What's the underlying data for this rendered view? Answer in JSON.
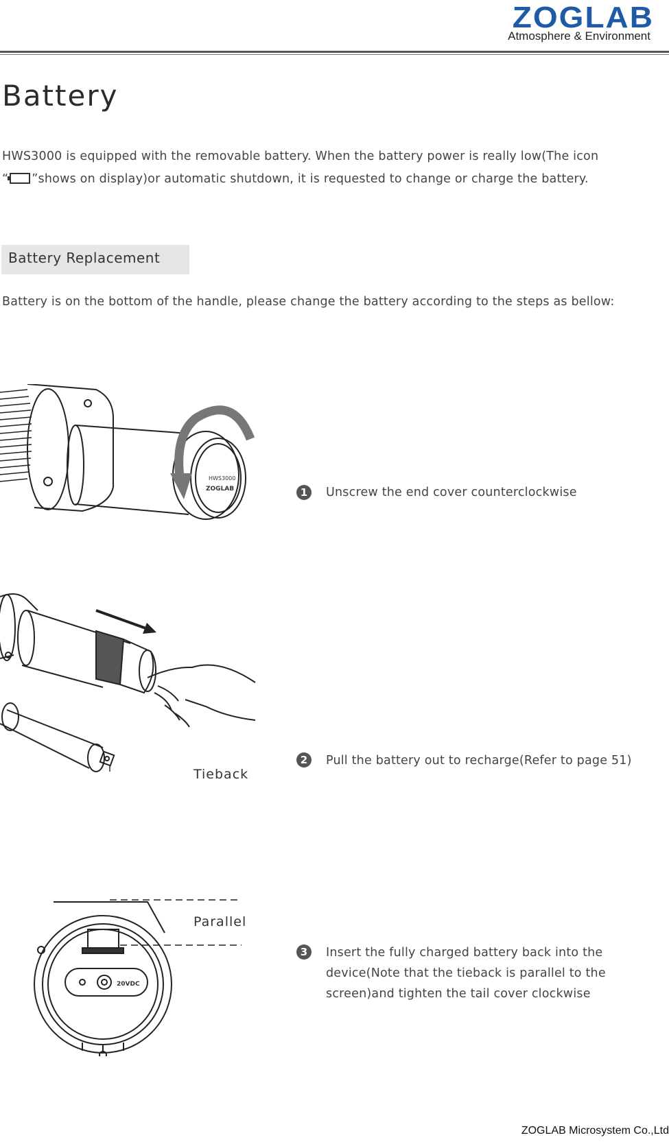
{
  "header": {
    "logo": "ZOGLAB",
    "tagline": "Atmosphere & Environment"
  },
  "title": "Battery",
  "intro": {
    "line1": "HWS3000 is equipped with the removable battery. When the battery power is really low(The icon",
    "line2_prefix": "“",
    "line2_suffix": "”shows on display)or automatic shutdown, it is requested to change or charge the battery."
  },
  "section": {
    "heading": "Battery Replacement",
    "lead": "Battery is on the bottom of the handle, please change the battery according to the steps as bellow:"
  },
  "steps": [
    {
      "number": "1",
      "text": "Unscrew the end cover counterclockwise"
    },
    {
      "number": "2",
      "text": "Pull the battery out to recharge(Refer to page 51)"
    },
    {
      "number": "3",
      "text": "Insert the fully charged battery back into the device(Note that the tieback is parallel to the screen)and tighten the tail cover clockwise"
    }
  ],
  "figure_labels": {
    "tieback": "Tieback",
    "parallel": "Parallel",
    "end_cover_brand": "ZOGLAB",
    "end_cover_model": "HWS3000",
    "connector_label": "20VDC"
  },
  "icons": [
    "battery-low-icon"
  ],
  "footer": "ZOGLAB Microsystem Co.,Ltd"
}
